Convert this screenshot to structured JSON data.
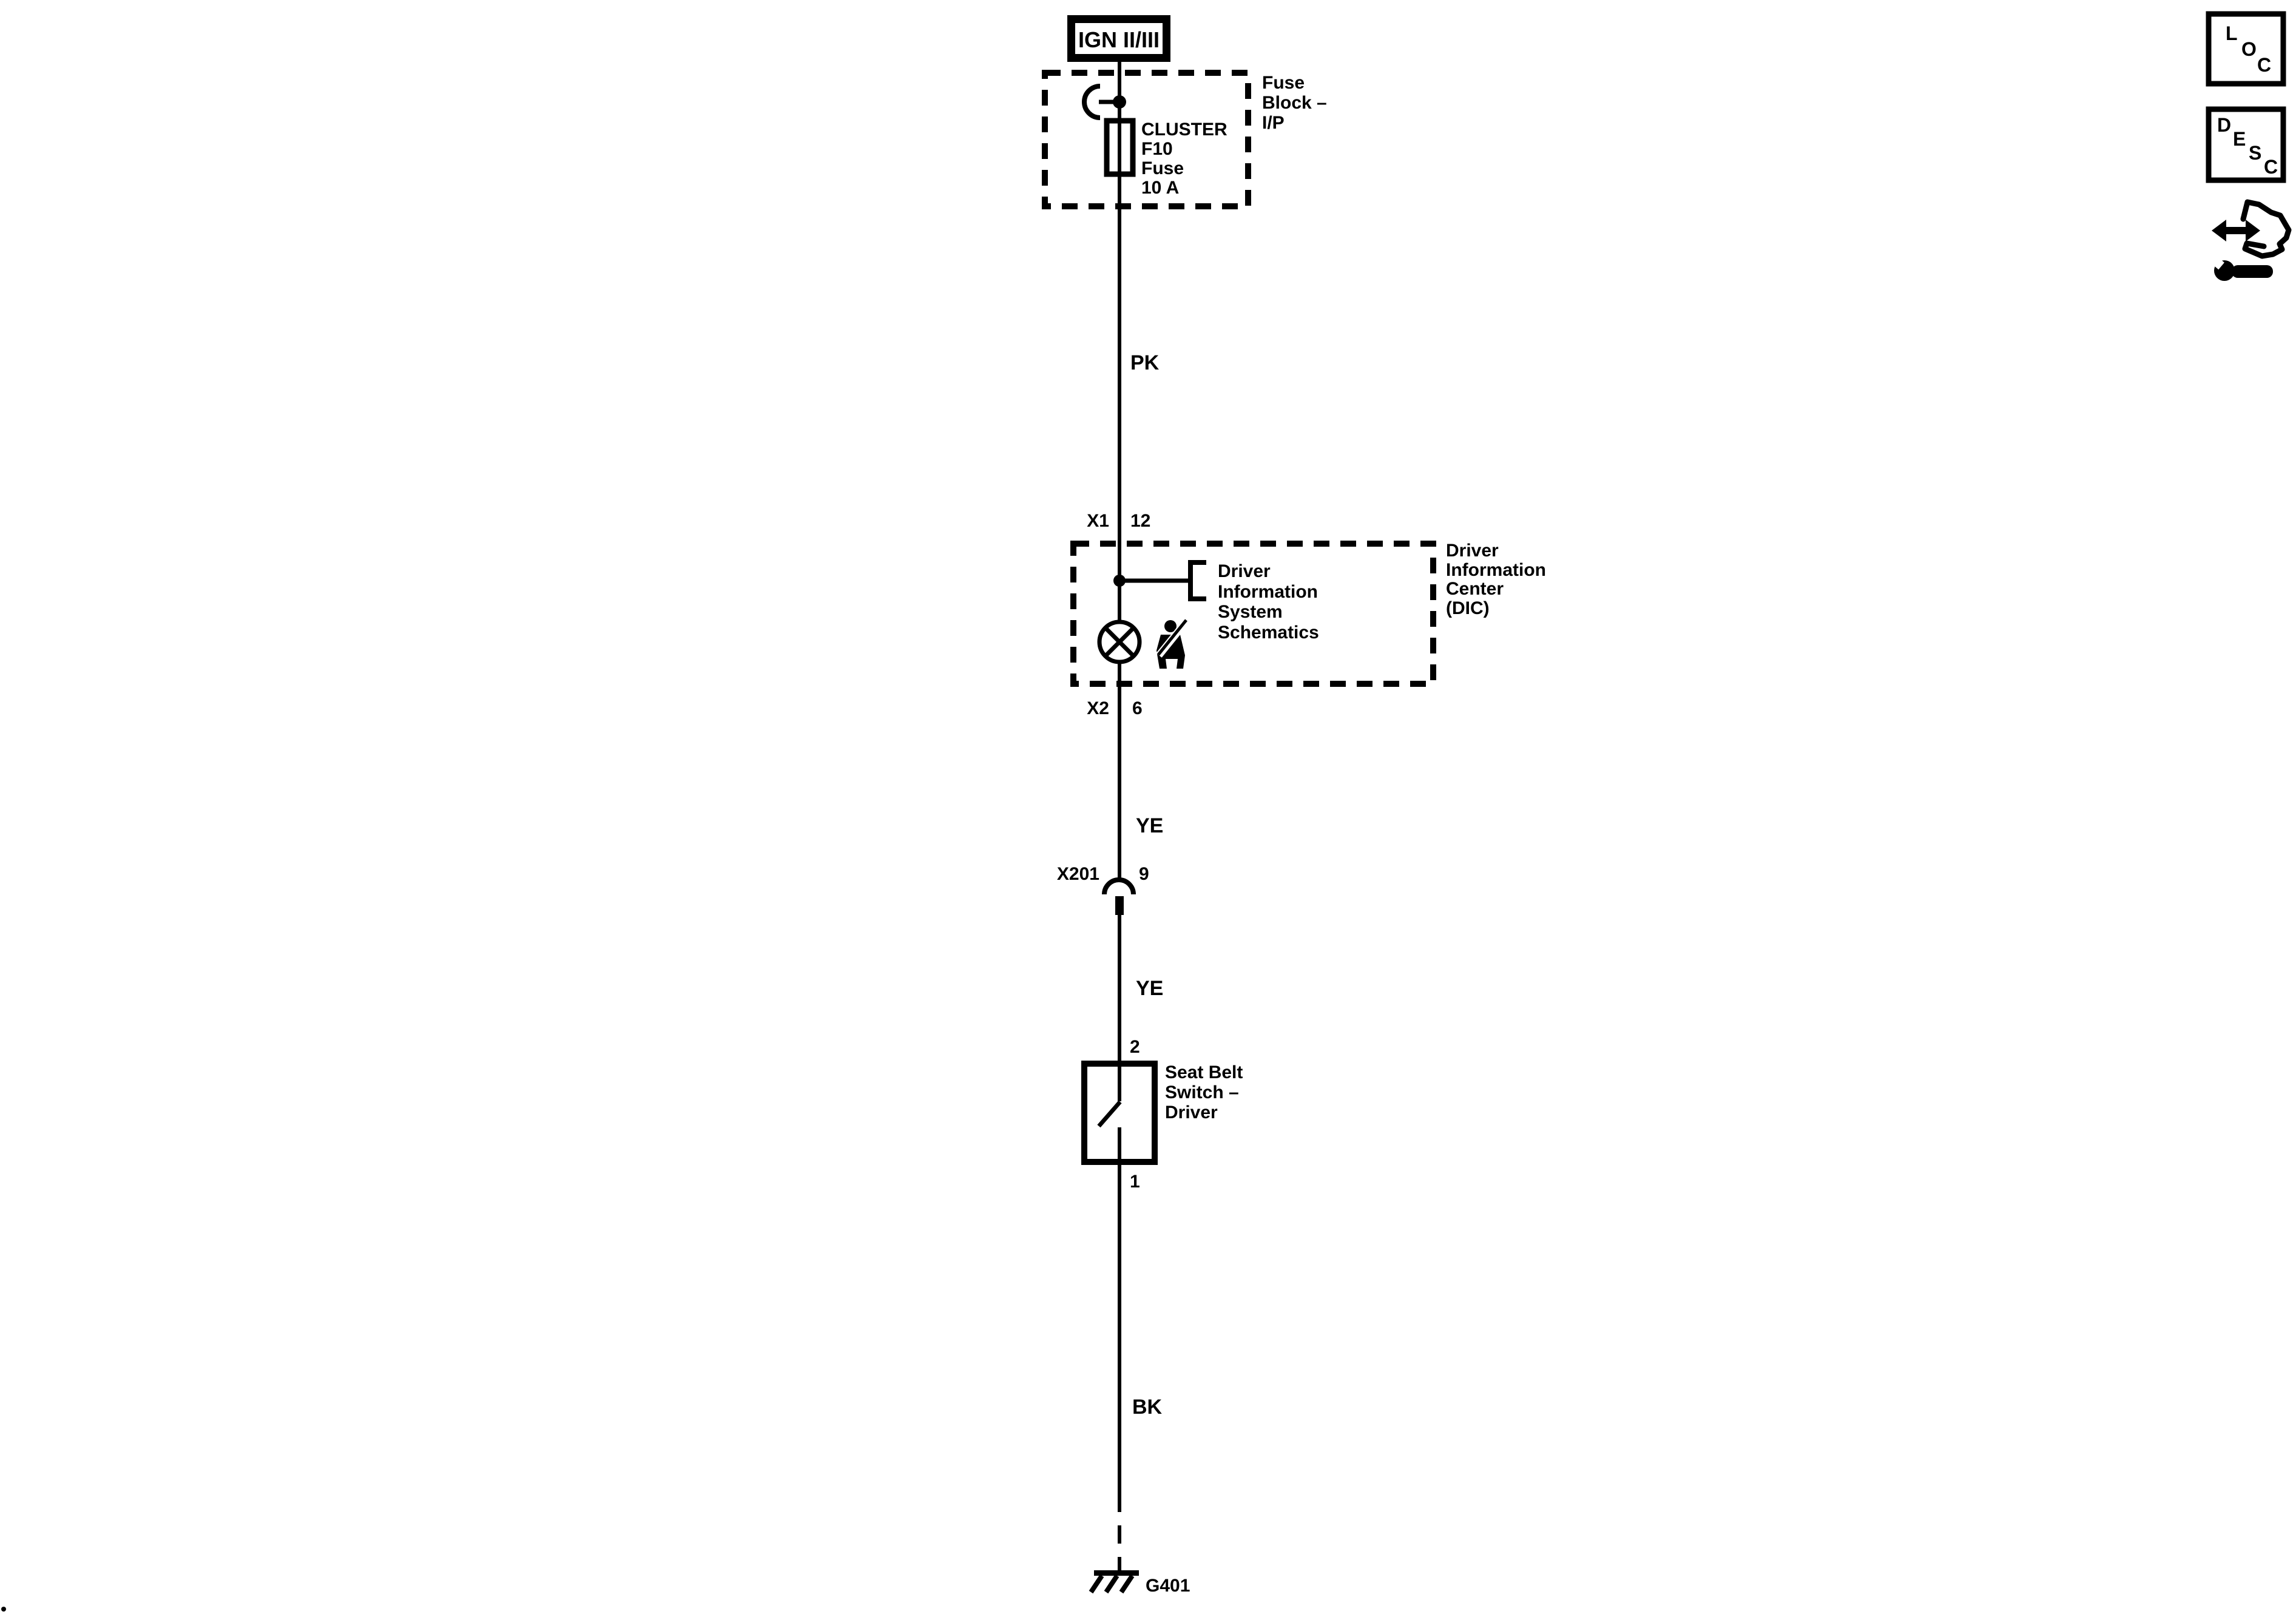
{
  "page": {
    "background_color": "#ffffff",
    "ink_color": "#000000",
    "type": "automotive wiring schematic"
  },
  "power_feed": {
    "label": "IGN II/III"
  },
  "fuse_block": {
    "box_label_lines": [
      "Fuse",
      "Block –",
      "I/P"
    ],
    "fuse_label_lines": [
      "CLUSTER",
      "F10",
      "Fuse",
      "10 A"
    ]
  },
  "wire_labels": {
    "upper": "PK",
    "middle_upper": "YE",
    "middle_lower": "YE",
    "lower": "BK"
  },
  "connectors": {
    "x1": {
      "name": "X1",
      "pin": "12"
    },
    "x2": {
      "name": "X2",
      "pin": "6"
    },
    "x201": {
      "name": "X201",
      "pin": "9"
    }
  },
  "dic": {
    "reference_lines": [
      "Driver",
      "Information",
      "System",
      "Schematics"
    ],
    "component_label_lines": [
      "Driver",
      "Information",
      "Center",
      "(DIC)"
    ]
  },
  "seat_belt_switch": {
    "pin_top": "2",
    "pin_bottom": "1",
    "label_lines": [
      "Seat Belt",
      "Switch –",
      "Driver"
    ]
  },
  "ground": {
    "label": "G401"
  },
  "corner_tools": {
    "loc_letters": [
      "L",
      "O",
      "C"
    ],
    "desc_letters": [
      "D",
      "E",
      "S",
      "C"
    ]
  },
  "icons": {
    "lamp": "indicator-lamp-icon",
    "seat_belt": "seat-belt-wearer-icon",
    "fuse": "fuse-symbol",
    "inline_connector": "connector-arc-icon",
    "ground": "ground-icon",
    "service": "remove-install-arrow-hand-wrench-icon"
  }
}
